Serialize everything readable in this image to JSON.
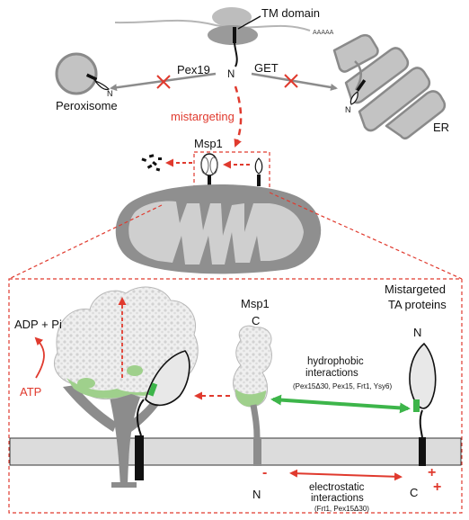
{
  "labels": {
    "tm_domain": "TM domain",
    "polya": "AAAAA",
    "n_top": "N",
    "pex19": "Pex19",
    "get": "GET",
    "peroxisome": "Peroxisome",
    "er": "ER",
    "n_perox": "N",
    "n_er": "N",
    "mistargeting": "mistargeting",
    "msp1_top": "Msp1",
    "adp_pi": "ADP + Pi",
    "atp": "ATP",
    "msp1_panel": "Msp1",
    "c_msp1": "C",
    "n_msp1": "N",
    "minus": "-",
    "mistargeted_line1": "Mistargeted",
    "mistargeted_line2": "TA proteins",
    "n_ta": "N",
    "c_ta": "C",
    "plus": "+",
    "hydrophobic_line1": "hydrophobic",
    "hydrophobic_line2": "interactions",
    "hydrophobic_list": "(Pex15Δ30, Pex15, Frt1, Ysy6)",
    "electrostatic_line1": "electrostatic",
    "electrostatic_line2": "interactions",
    "electrostatic_list": "(Frt1, Pex15Δ30)"
  },
  "colors": {
    "red": "#e03a2e",
    "green": "#3db54a",
    "light_green": "#9fd08c",
    "gray": "#8c8c8c",
    "light_gray": "#c8c8c8",
    "dark": "#111111",
    "membrane": "#dcdcdc"
  }
}
